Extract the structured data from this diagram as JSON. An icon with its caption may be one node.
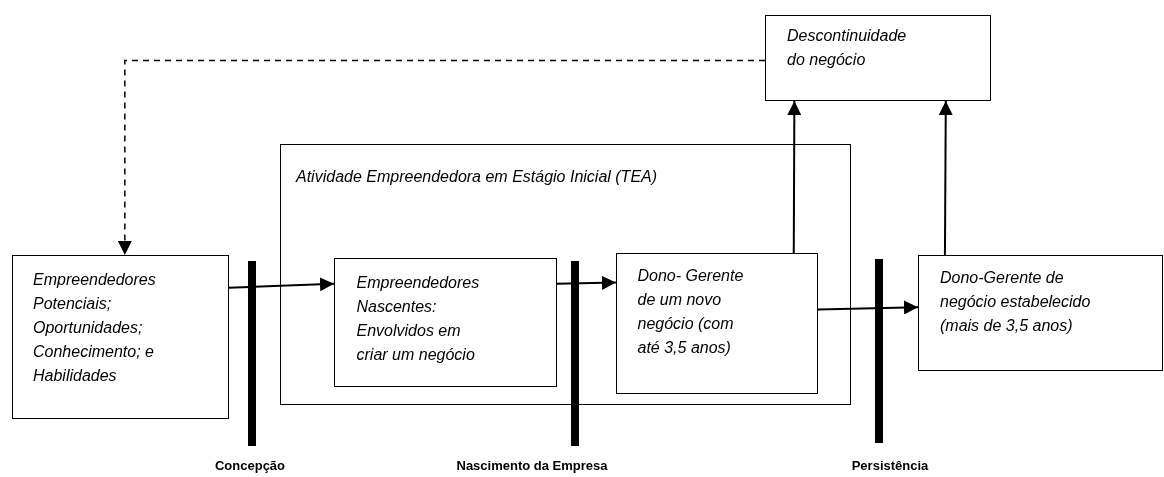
{
  "diagram": {
    "nodes": [
      {
        "text": [
          "Descontinuidade do negócio"
        ]
      },
      {
        "text": [
          "Atividade Empreendedora em Estágio Inicial (TEA)"
        ]
      },
      {
        "text": [
          "Empreendedores Potenciais; Oportunidades; Conhecimento; e Habilidades"
        ]
      },
      {
        "text": [
          "Empreendedores Nascentes: Envolvidos em criar um negócio"
        ],
        "in": 1
      },
      {
        "text": [
          "Dono- Gerente de um novo negócio (com até 3,5 anos)"
        ],
        "in": 1
      },
      {
        "text": [
          "Dono-Gerente de negócio estabelecido (mais de 3,5 anos)"
        ]
      }
    ],
    "edges": [
      {
        "from": 0,
        "to": 2,
        "arrow": "to",
        "style": "dashed"
      },
      {
        "from": 2,
        "to": 3,
        "arrow": "to"
      },
      {
        "from": 3,
        "to": 4,
        "arrow": "to"
      },
      {
        "from": 4,
        "to": 5,
        "arrow": "to"
      },
      {
        "from": 4,
        "to": 0,
        "arrow": "to"
      },
      {
        "from": 5,
        "to": 0,
        "arrow": "to"
      }
    ],
    "labels": [
      "Concepção",
      "Nascimento da Empresa",
      "Persistência"
    ]
  }
}
